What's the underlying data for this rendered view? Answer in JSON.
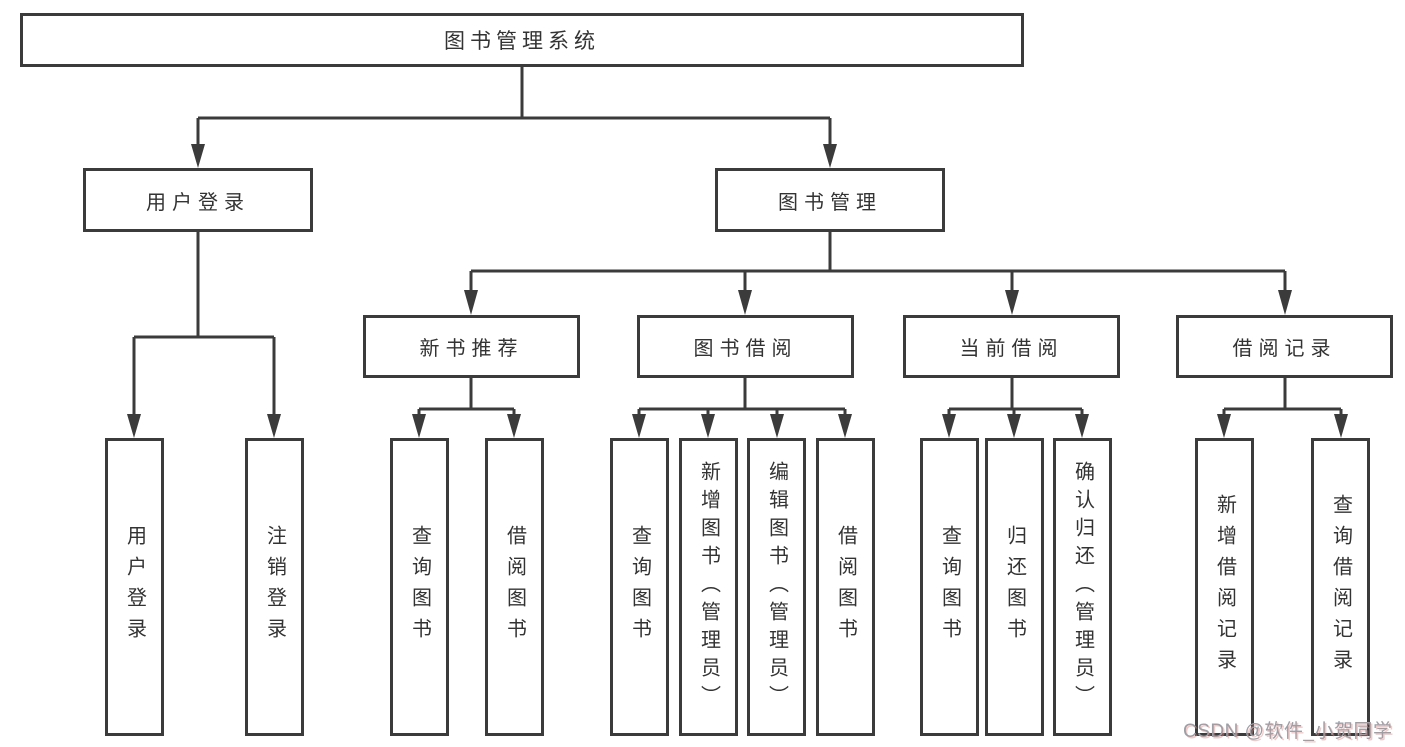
{
  "diagram_title": "图书管理系统",
  "tree": {
    "root": {
      "label": "图书管理系统"
    },
    "branches": [
      {
        "label": "用户登录",
        "children": [
          {
            "label": "用户登录"
          },
          {
            "label": "注销登录"
          }
        ]
      },
      {
        "label": "图书管理",
        "sub": [
          {
            "label": "新书推荐",
            "children": [
              {
                "label": "查询图书"
              },
              {
                "label": "借阅图书"
              }
            ]
          },
          {
            "label": "图书借阅",
            "children": [
              {
                "label": "查询图书"
              },
              {
                "label": "新增图书（管理员）"
              },
              {
                "label": "编辑图书（管理员）"
              },
              {
                "label": "借阅图书"
              }
            ]
          },
          {
            "label": "当前借阅",
            "children": [
              {
                "label": "查询图书"
              },
              {
                "label": "归还图书"
              },
              {
                "label": "确认归还（管理员）"
              }
            ]
          },
          {
            "label": "借阅记录",
            "children": [
              {
                "label": "新增借阅记录"
              },
              {
                "label": "查询借阅记录"
              }
            ]
          }
        ]
      }
    ]
  },
  "watermark": {
    "text": "CSDN @软件_小贺同学"
  },
  "colors": {
    "line": "#3b3b3b",
    "box_border": "#3b3b3b",
    "text": "#333333",
    "watermark_gray": "#9aa0a6",
    "watermark_shadow_red": "#eb8282",
    "background": "#ffffff"
  }
}
